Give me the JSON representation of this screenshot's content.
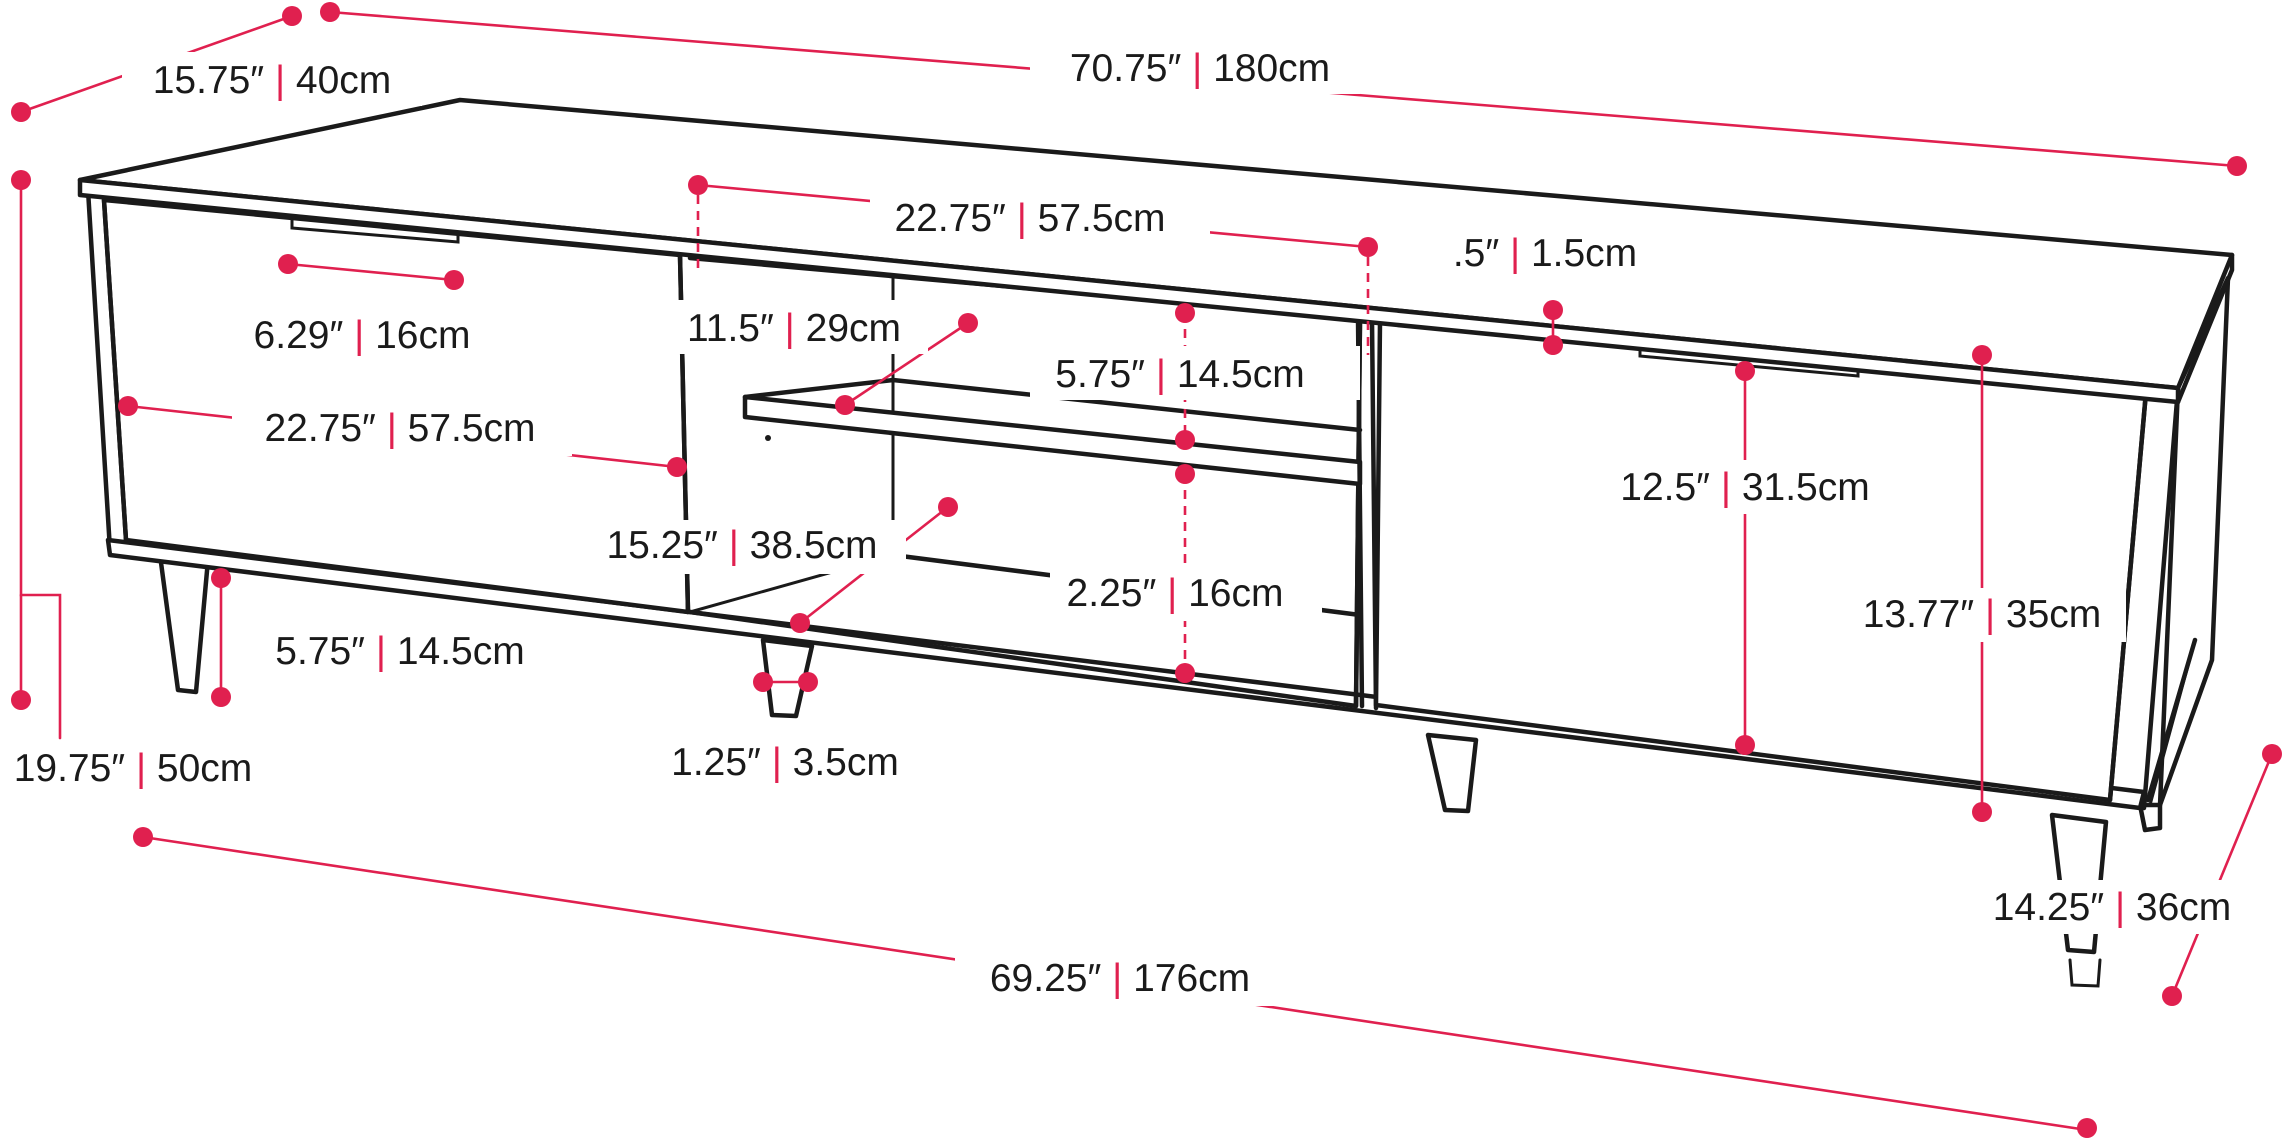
{
  "palette": {
    "outline": "#1a1a1a",
    "accent": "#e0204f",
    "background": "#ffffff"
  },
  "dimensions": [
    {
      "id": "overall-depth",
      "imperial": "15.75″",
      "metric": "40cm"
    },
    {
      "id": "overall-width",
      "imperial": "70.75″",
      "metric": "180cm"
    },
    {
      "id": "shelf-width",
      "imperial": "22.75″",
      "metric": "57.5cm"
    },
    {
      "id": "top-thickness",
      "imperial": ".5″",
      "metric": "1.5cm"
    },
    {
      "id": "handle-width",
      "imperial": "6.29″",
      "metric": "16cm"
    },
    {
      "id": "shelf-depth",
      "imperial": "11.5″",
      "metric": "29cm"
    },
    {
      "id": "upper-opening",
      "imperial": "5.75″",
      "metric": "14.5cm"
    },
    {
      "id": "door-width",
      "imperial": "22.75″",
      "metric": "57.5cm"
    },
    {
      "id": "interior-depth",
      "imperial": "15.25″",
      "metric": "38.5cm"
    },
    {
      "id": "lower-opening",
      "imperial": "2.25″",
      "metric": "16cm"
    },
    {
      "id": "door-height",
      "imperial": "12.5″",
      "metric": "31.5cm"
    },
    {
      "id": "cabinet-height",
      "imperial": "13.77″",
      "metric": "35cm"
    },
    {
      "id": "leg-height",
      "imperial": "5.75″",
      "metric": "14.5cm"
    },
    {
      "id": "leg-diameter",
      "imperial": "1.25″",
      "metric": "3.5cm"
    },
    {
      "id": "overall-height",
      "imperial": "19.75″",
      "metric": "50cm"
    },
    {
      "id": "leg-span-depth",
      "imperial": "14.25″",
      "metric": "36cm"
    },
    {
      "id": "leg-span-width",
      "imperial": "69.25″",
      "metric": "176cm"
    }
  ]
}
